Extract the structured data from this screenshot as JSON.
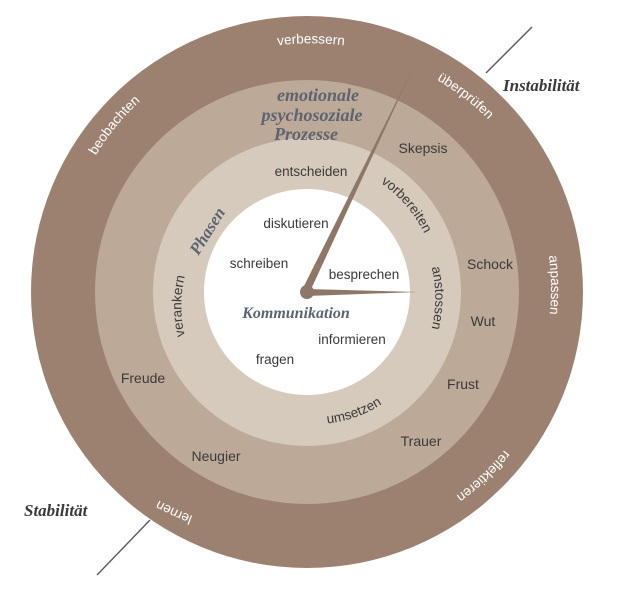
{
  "colors": {
    "outer_ring": "#9c8170",
    "middle_ring": "#bda998",
    "inner_ring": "#d6cabd",
    "center": "#ffffff",
    "hand": "#8f7767",
    "label_light": "#ffffff",
    "label_dark": "#3a3a3a",
    "heading": "#5b6470",
    "line": "#5a5a5a"
  },
  "diagram": {
    "corner_labels": {
      "instability": "Instabilität",
      "stability": "Stabilität"
    },
    "outer_ring": {
      "labels": [
        "verbessern",
        "überprüfen",
        "anpassen",
        "reflektieren",
        "lernen",
        "beobachten"
      ]
    },
    "middle_ring": {
      "title_lines": [
        "emotionale",
        "psychosoziale",
        "Prozesse"
      ],
      "labels": [
        "Skepsis",
        "Schock",
        "Wut",
        "Frust",
        "Trauer",
        "Neugier",
        "Freude"
      ]
    },
    "inner_ring": {
      "title": "Phasen",
      "labels": [
        "entscheiden",
        "vorbereiten",
        "anstossen",
        "umsetzen",
        "verankern"
      ]
    },
    "center": {
      "title": "Kommunikation",
      "labels": [
        "diskutieren",
        "schreiben",
        "besprechen",
        "informieren",
        "fragen"
      ]
    }
  }
}
